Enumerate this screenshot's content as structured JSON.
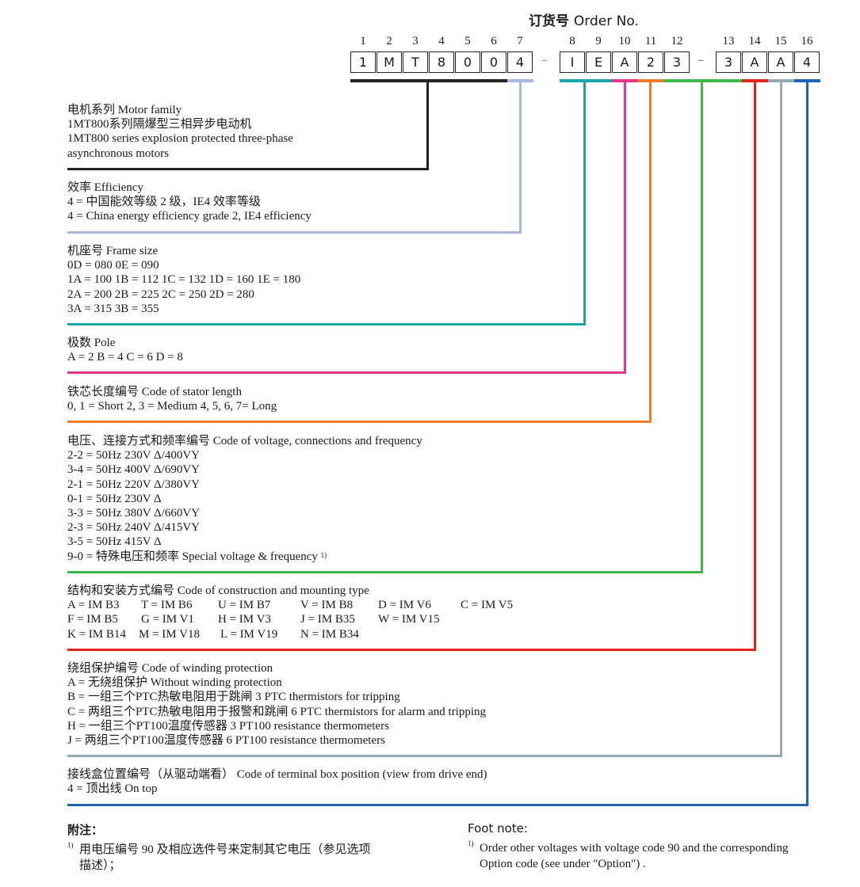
{
  "header": {
    "title_cn": "订货号",
    "title_en": "Order No."
  },
  "positions": [
    "1",
    "2",
    "3",
    "4",
    "5",
    "6",
    "7",
    "8",
    "9",
    "10",
    "11",
    "12",
    "13",
    "14",
    "15",
    "16"
  ],
  "code_chars": [
    "1",
    "M",
    "T",
    "8",
    "0",
    "0",
    "4",
    "I",
    "E",
    "A",
    "2",
    "3",
    "3",
    "A",
    "A",
    "4"
  ],
  "separator": "–",
  "colors": {
    "motor_family": "#222222",
    "efficiency": "#aab8e0",
    "frame": "#1aa5a8",
    "pole": "#e8368f",
    "stator": "#f07d2a",
    "voltage": "#3cb84a",
    "mounting": "#e1251b",
    "winding": "#95aab0",
    "terminal": "#1f64b4"
  },
  "sections": {
    "motor_family": {
      "lines": [
        "电机系列  Motor family",
        "1MT800系列隔爆型三相异步电动机",
        "1MT800 series explosion protected three-phase",
        "asynchronous motors"
      ]
    },
    "efficiency": {
      "lines": [
        "效率  Efficiency",
        "4 = 中国能效等级 2 级，IE4 效率等级",
        "4 = China energy efficiency grade 2, IE4 efficiency"
      ]
    },
    "frame": {
      "lines": [
        "机座号  Frame size",
        "0D = 080   0E = 090",
        "1A = 100   1B = 112   1C = 132   1D = 160   1E = 180",
        "2A = 200   2B = 225   2C = 250   2D = 280",
        "3A = 315   3B = 355"
      ]
    },
    "pole": {
      "lines": [
        "极数  Pole",
        "A = 2   B = 4   C = 6   D = 8"
      ]
    },
    "stator": {
      "lines": [
        "铁芯长度编号  Code of stator length",
        "0, 1 = Short   2, 3 = Medium   4, 5, 6, 7= Long"
      ]
    },
    "voltage": {
      "lines": [
        "电压、连接方式和频率编号  Code of voltage, connections and frequency",
        "2-2 = 50Hz 230V Δ/400VY",
        "3-4 = 50Hz 400V Δ/690VY",
        "2-1 = 50Hz 220V Δ/380VY",
        "0-1 = 50Hz 230V Δ",
        "3-3 = 50Hz 380V Δ/660VY",
        "2-3 = 50Hz 240V Δ/415VY",
        "3-5 = 50Hz 415V Δ",
        "9-0 = 特殊电压和频率  Special voltage & frequency "
      ],
      "footref": "1)"
    },
    "mounting": {
      "title": "结构和安装方式编号  Code of construction and mounting type",
      "rows": [
        [
          "A = IM B3",
          "T = IM B6",
          "U = IM B7",
          "V = IM B8",
          "D = IM V6",
          "C = IM V5"
        ],
        [
          "F = IM B5",
          "G = IM V1",
          "H = IM V3",
          "J = IM B35",
          "W = IM V15"
        ],
        [
          "K = IM B14",
          "M = IM V18",
          "L = IM V19",
          "N = IM B34"
        ]
      ]
    },
    "winding": {
      "lines": [
        "绕组保护编号  Code of winding protection",
        "A = 无绕组保护  Without winding protection",
        "B = 一组三个PTC热敏电阻用于跳闸  3 PTC thermistors for tripping",
        "C = 两组三个PTC热敏电阻用于报警和跳闸  6 PTC thermistors for alarm and tripping",
        "H = 一组三个PT100温度传感器  3 PT100 resistance thermometers",
        "J = 两组三个PT100温度传感器  6 PT100 resistance thermometers"
      ]
    },
    "terminal": {
      "lines": [
        "接线盒位置编号（从驱动端看）  Code of terminal box position (view from drive end)",
        "4 = 顶出线 On top"
      ]
    }
  },
  "footnote": {
    "cn_heading": "附注：",
    "cn_mark": "1)",
    "cn_lines": [
      "用电压编号 90 及相应选件号来定制其它电压（参见选项",
      "描述）；"
    ],
    "en_heading": "Foot note:",
    "en_mark": "1)",
    "en_lines": [
      "Order other voltages with voltage code 90 and the  corresponding",
      "Option code (see under \"Option\") ."
    ]
  }
}
